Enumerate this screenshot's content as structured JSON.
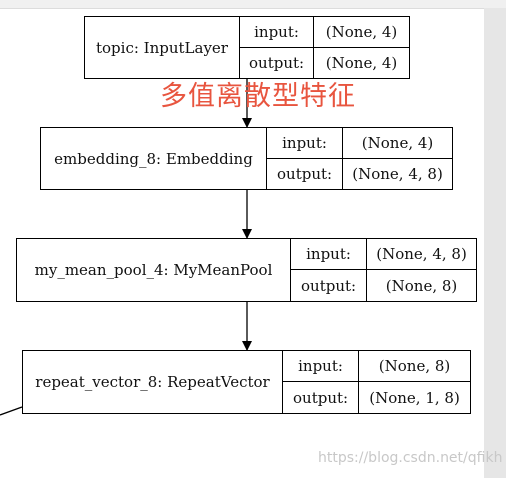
{
  "nodes": [
    {
      "name": "topic: InputLayer",
      "input_label": "input:",
      "input_value": "(None, 4)",
      "output_label": "output:",
      "output_value": "(None, 4)"
    },
    {
      "name": "embedding_8: Embedding",
      "input_label": "input:",
      "input_value": "(None, 4)",
      "output_label": "output:",
      "output_value": "(None, 4, 8)"
    },
    {
      "name": "my_mean_pool_4: MyMeanPool",
      "input_label": "input:",
      "input_value": "(None, 4, 8)",
      "output_label": "output:",
      "output_value": "(None, 8)"
    },
    {
      "name": "repeat_vector_8: RepeatVector",
      "input_label": "input:",
      "input_value": "(None, 8)",
      "output_label": "output:",
      "output_value": "(None, 1, 8)"
    }
  ],
  "annotation": "多值离散型特征",
  "watermark": "https://blog.csdn.net/qfikh",
  "colors": {
    "annotation": "#e8553f",
    "watermark": "#c8c8c8",
    "scrollbar": "#e6e6e6"
  }
}
